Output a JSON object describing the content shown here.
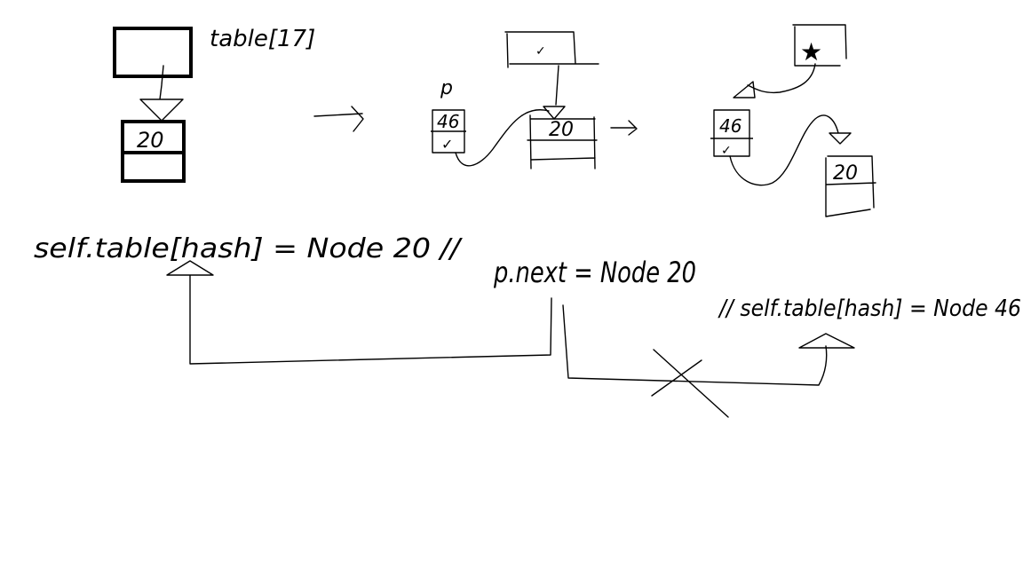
{
  "canvas": {
    "background": "#ffffff",
    "ink": "#000000"
  },
  "step1": {
    "table_label": "table[17]",
    "node_value": "20"
  },
  "step2": {
    "bucket_mark": "✓",
    "node_p_label": "p",
    "node_a_value": "46",
    "node_a_mark": "✓",
    "node_b_value": "20"
  },
  "step3": {
    "bucket_mark": "★",
    "node_a_value": "46",
    "node_a_mark": "✓",
    "node_b_value": "20"
  },
  "code": {
    "line1": "self.table[hash] = Node 20 //",
    "line2": "p.next = Node 20",
    "line3": "// self.table[hash] = Node 46"
  }
}
